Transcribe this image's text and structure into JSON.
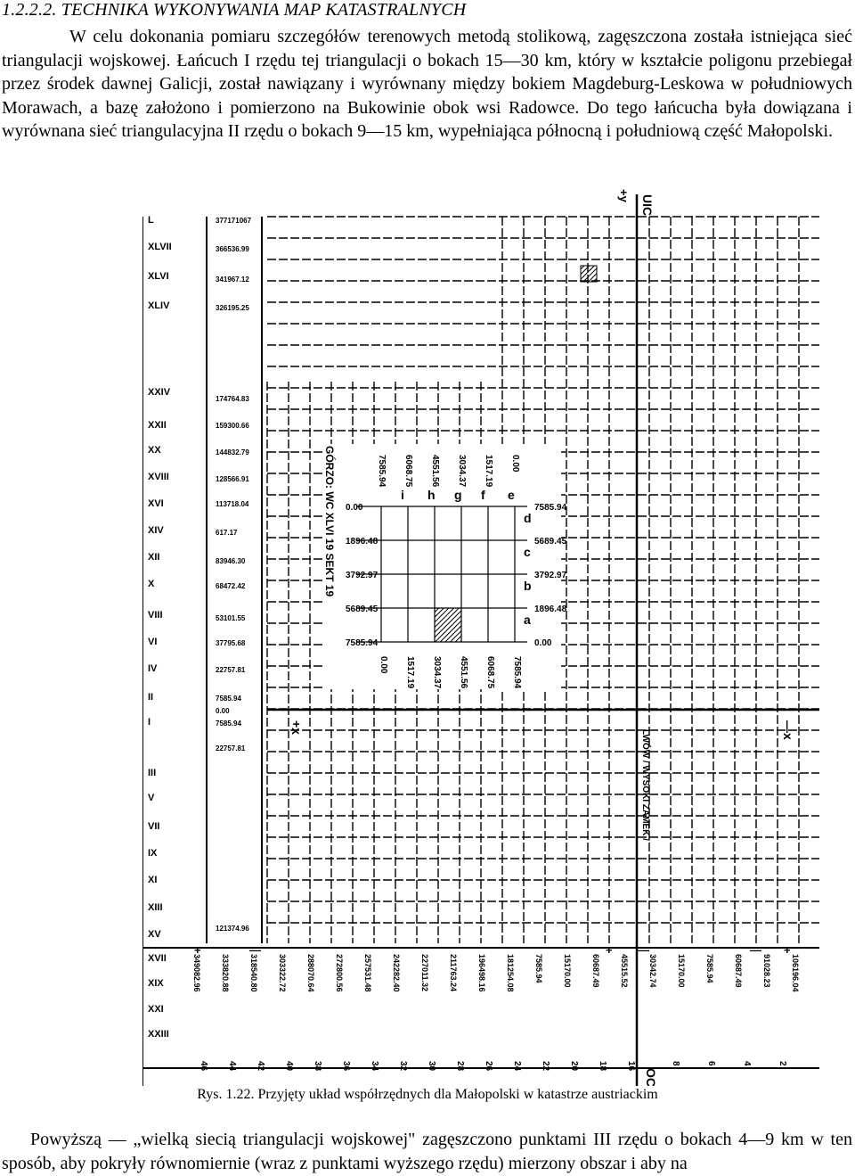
{
  "heading": "1.2.2.2. TECHNIKA WYKONYWANIA MAP KATASTRALNYCH",
  "paragraph1": "W celu dokonania pomiaru szczegółów terenowych metodą stolikową, zagęszczona została istniejąca sieć triangulacji wojskowej. Łańcuch I rzędu tej triangulacji o bokach 15—30 km, który w kształcie poligonu przebiegał przez środek dawnej Galicji, został nawiązany i wyrównany między bokiem Magdeburg-Leskowa w południowych Morawach, a bazę założono i pomierzono na Bukowinie obok wsi Radowce. Do tego łańcucha była dowiązana i wyrównana sieć triangulacyjna II rzędu o bokach 9—15 km, wypełniająca północną i południową część Małopolski.",
  "paragraph2": "Powyższą — „wielką siecią triangulacji wojskowej\" zagęszczono punktami III rzędu o bokach 4—9 km w ten sposób, aby pokryły równomiernie (wraz z punktami wyższego rzędu) mierzony obszar i aby na",
  "caption": "Rys. 1.22. Przyjęty układ współrzędnych dla Małopolski w katastrze austriackim",
  "figure": {
    "axis_top": "UIC",
    "axis_top_sign": "+y",
    "axis_right": "—x",
    "axis_bottom": "OC",
    "axis_left_plus_x": "+x",
    "meridian_label": "LWÓW / WYSOKI ZAMEK /",
    "sheet_label": "GÓRZO: WC XLVI 19 SEKT 19",
    "row_labels": [
      "L",
      "XLVII",
      "XLVI",
      "XLIV",
      "XXIV",
      "XXII",
      "XX",
      "XVIII",
      "XVI",
      "XIV",
      "XII",
      "X",
      "VIII",
      "VI",
      "IV",
      "II",
      "I",
      "III",
      "V",
      "VII",
      "IX",
      "XI",
      "XIII",
      "XV",
      "XVII",
      "XIX",
      "XXI",
      "XXIII"
    ],
    "left_coords": [
      "377171067",
      "366536.99",
      "341967.12",
      "326195.25",
      "174764.83",
      "159300.66",
      "144832.79",
      "128566.91",
      "113718.04",
      "617.17",
      "83946.30",
      "68472.42",
      "53101.55",
      "37795.68",
      "22757.81",
      "7585.94",
      "0.00",
      "7585.94",
      "22757.81",
      "121374.96"
    ],
    "bottom_coords": [
      "349082.96",
      "333820.88",
      "318540.80",
      "303322.72",
      "288070.64",
      "272800.56",
      "257531.48",
      "242282.40",
      "227011.32",
      "211763.24",
      "196498.16",
      "181254.08",
      "7585.94",
      "15170.00",
      "60687.49",
      "45515.52",
      "30342.74",
      "15170.00",
      "7585.94",
      "60687.49",
      "91028.23",
      "106196.04"
    ],
    "col_labels": [
      "46",
      "44",
      "42",
      "40",
      "38",
      "36",
      "34",
      "32",
      "30",
      "28",
      "26",
      "24",
      "22",
      "20",
      "18",
      "16",
      "8",
      "6",
      "4",
      "2"
    ],
    "inset_top_numbers": [
      "7585.94",
      "6068.75",
      "4551.56",
      "3034.37",
      "1517.19",
      "0.00"
    ],
    "inset_top_letters": [
      "i",
      "h",
      "g",
      "f",
      "e"
    ],
    "inset_side_letters": [
      "d",
      "c",
      "b",
      "a"
    ],
    "inset_right_numbers": [
      "7585.94",
      "5689.45",
      "3792.97",
      "1896.48",
      "0.00"
    ],
    "inset_left_numbers": [
      "0.00",
      "1896.48",
      "3792.97",
      "5689.45",
      "7585.94"
    ],
    "inset_bottom_numbers": [
      "0.00",
      "1517.19",
      "3034.37",
      "4551.56",
      "6068.75",
      "7585.94"
    ],
    "bottom_plus_minus": [
      "+",
      "—",
      "+",
      "—",
      "—",
      "+"
    ]
  }
}
